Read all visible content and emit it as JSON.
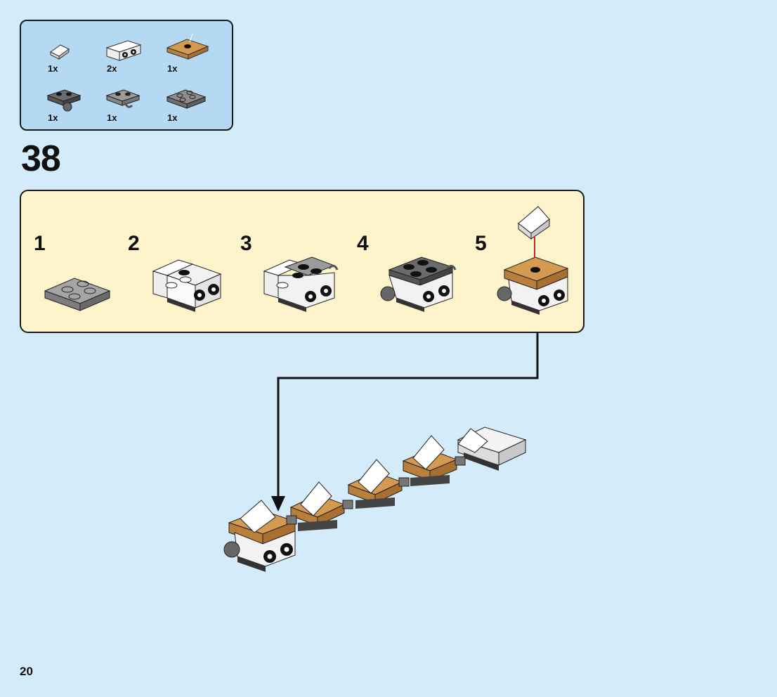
{
  "parts_list": {
    "items": [
      {
        "qty": "1x",
        "icon": "white-slope-brick-icon"
      },
      {
        "qty": "2x",
        "icon": "white-bracket-brick-icon"
      },
      {
        "qty": "1x",
        "icon": "orange-tile-with-stud-icon"
      },
      {
        "qty": "1x",
        "icon": "dark-plate-with-ball-icon"
      },
      {
        "qty": "1x",
        "icon": "grey-plate-with-clip-icon"
      },
      {
        "qty": "1x",
        "icon": "grey-plate-2x2-icon"
      }
    ]
  },
  "step": {
    "number": "38",
    "sub_steps": [
      "1",
      "2",
      "3",
      "4",
      "5"
    ]
  },
  "page": {
    "number": "20"
  },
  "colors": {
    "background": "#d4ebfa",
    "parts_box": "#b6d9f3",
    "sub_panel": "#fdf4cc",
    "arrow_red": "#d0242a",
    "orange_tile": "#d49a52"
  }
}
